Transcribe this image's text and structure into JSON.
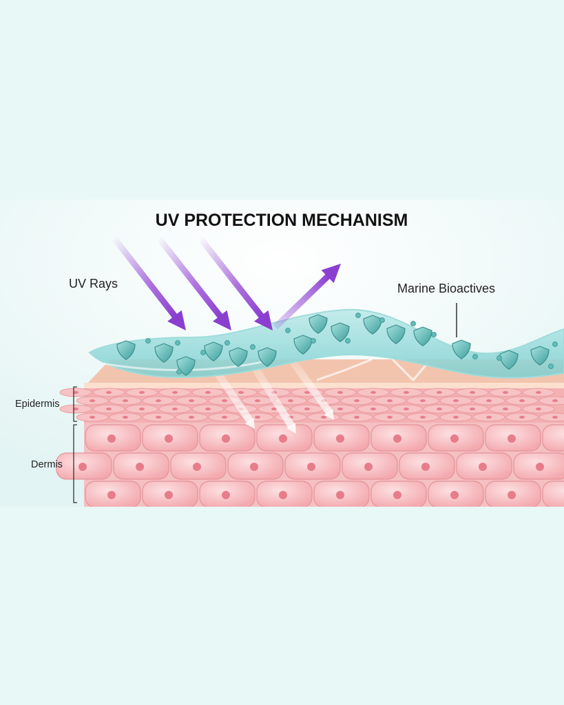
{
  "title": "UV PROTECTION MECHANISM",
  "labels": {
    "uv_rays": "UV Rays",
    "marine_bioactives": "Marine Bioactives",
    "epidermis": "Epidermis",
    "dermis": "Dermis"
  },
  "colors": {
    "page_background": "#e8f8f7",
    "uv_arrow": "#9b4fd6",
    "film": "#8fd6d6",
    "shield": "#5bb8b4",
    "stratum": "#f3c4ad",
    "epidermis": "#f4b1b2",
    "dermis_cell": "#f7b7bb",
    "nucleus": "#e77d8a"
  }
}
